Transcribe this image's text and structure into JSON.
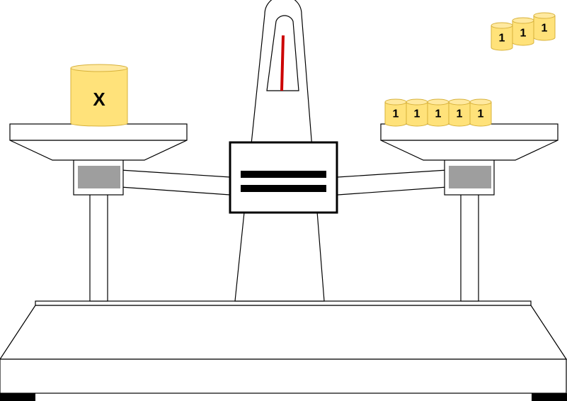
{
  "unknown_weight": {
    "label": "X"
  },
  "right_pan_weights": [
    "1",
    "1",
    "1",
    "1",
    "1"
  ],
  "spare_weights": [
    "1",
    "1",
    "1"
  ],
  "balance_state": "equal",
  "colors": {
    "weight_fill": "#FFE27A",
    "weight_stroke": "#D7B13A",
    "needle": "#CC0000",
    "pan_block": "#9E9E9E",
    "ink": "#000000"
  }
}
